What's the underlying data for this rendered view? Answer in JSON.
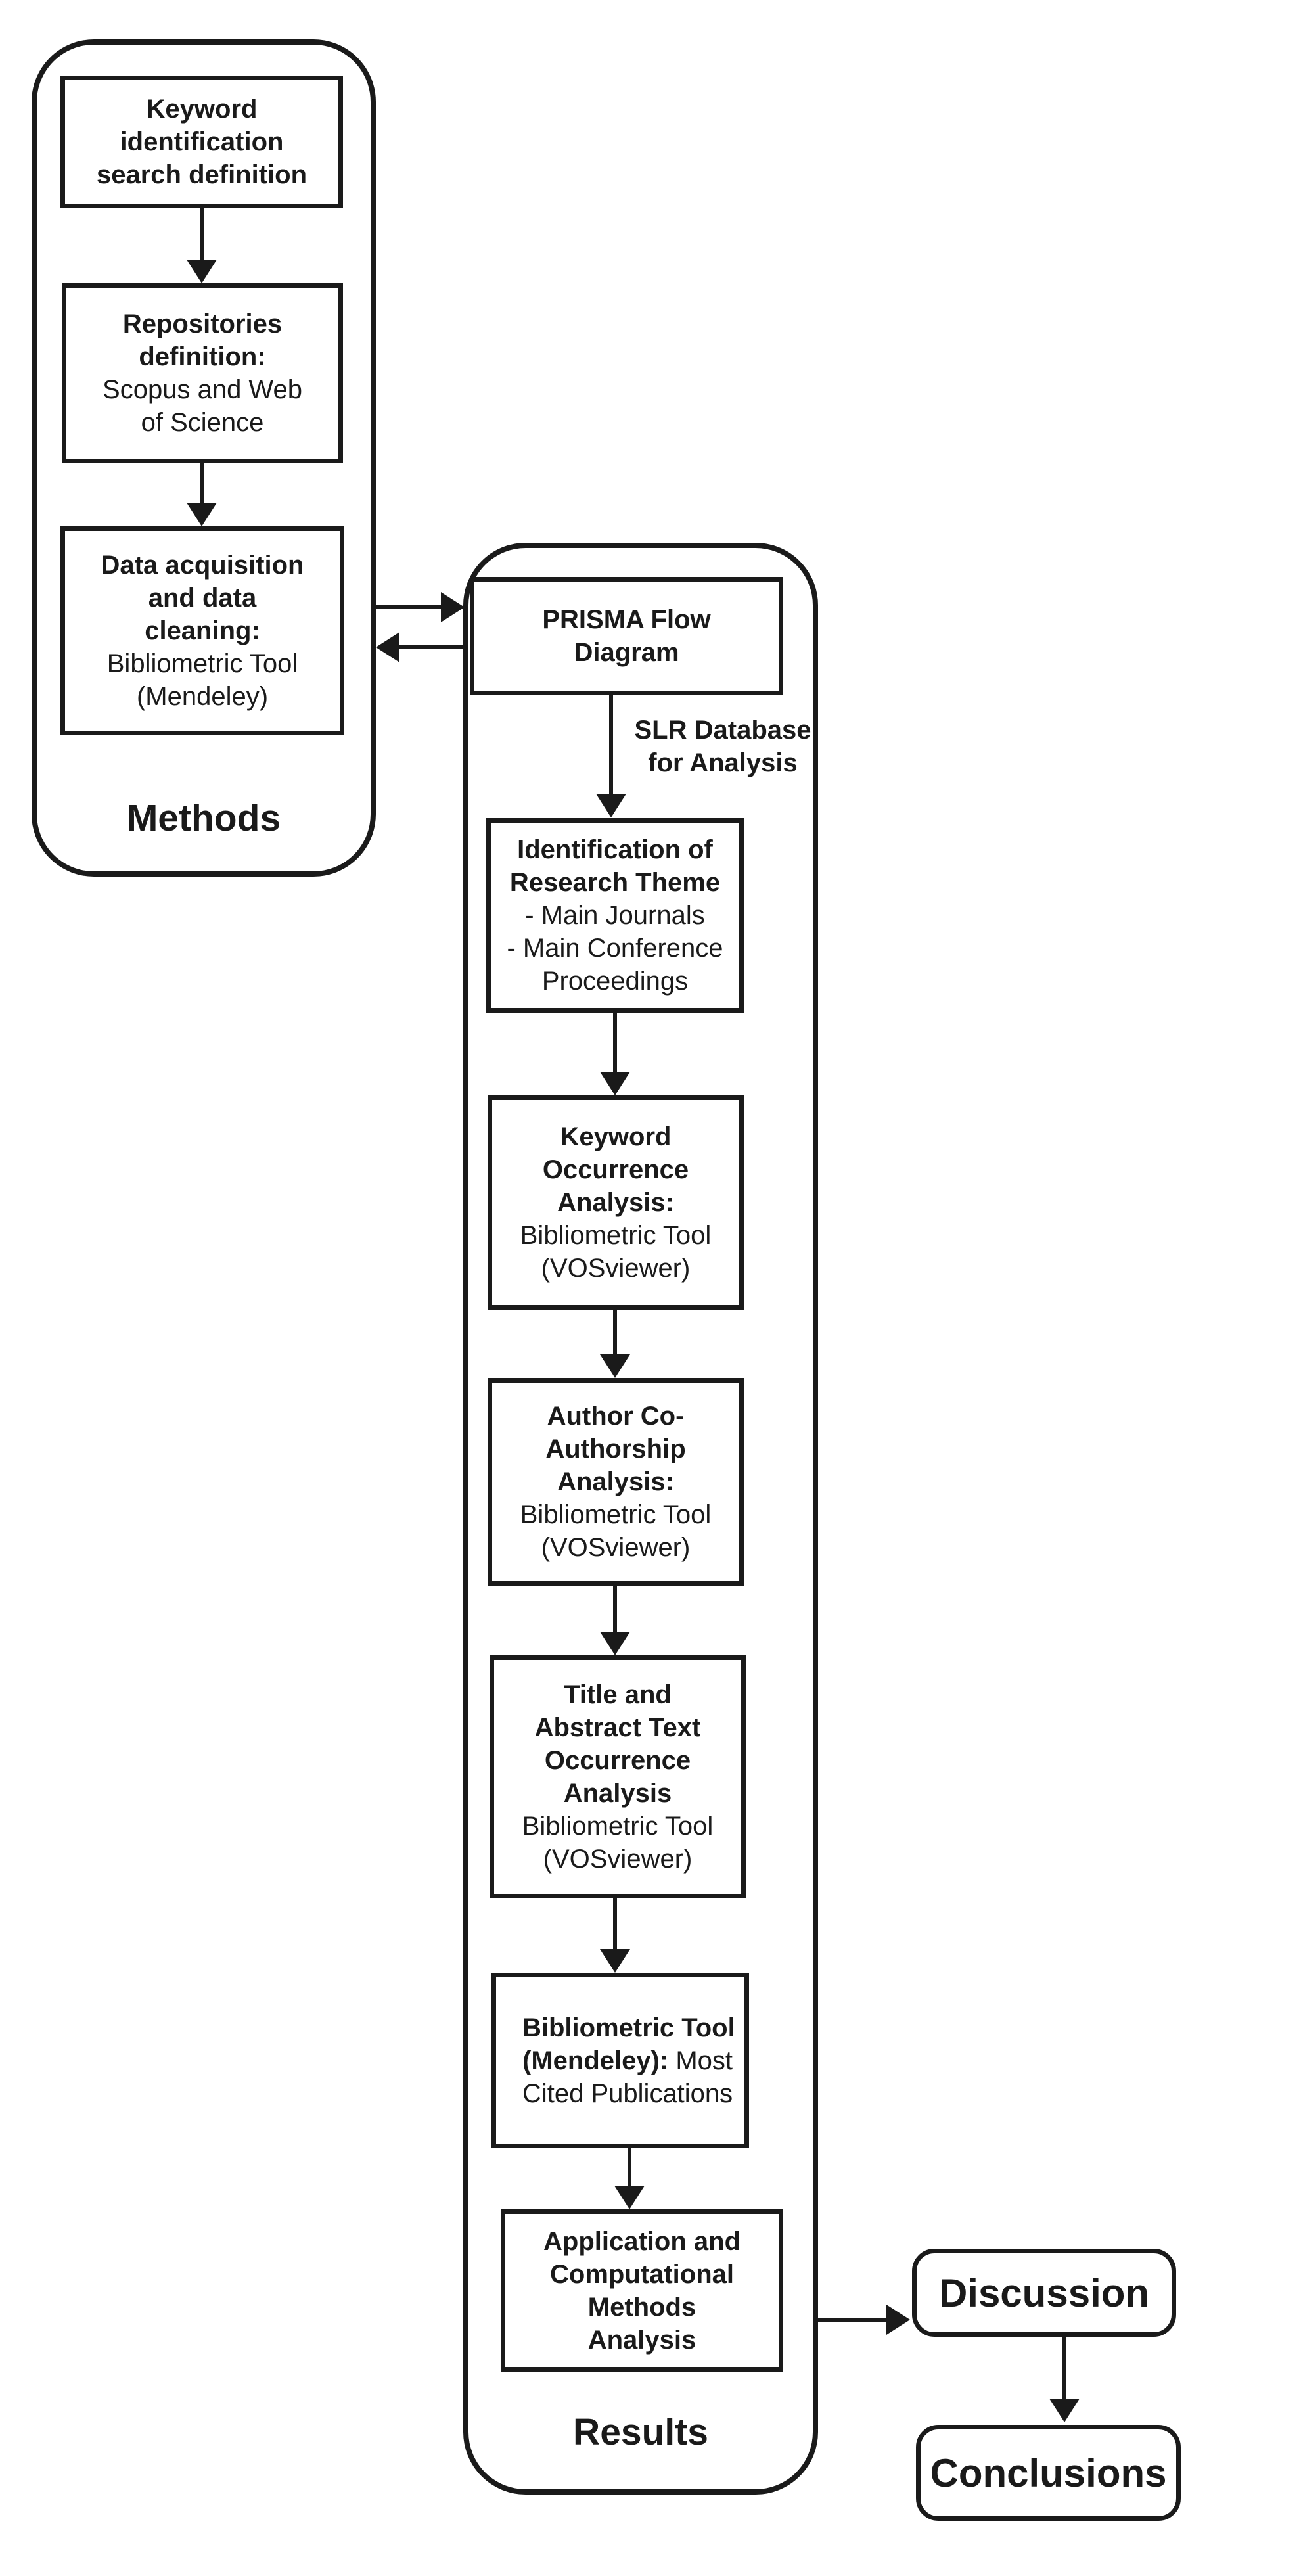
{
  "figure": {
    "type": "flowchart",
    "ink_color": "#1a1a1a",
    "background_color": "#ffffff"
  },
  "methods": {
    "label": "Methods",
    "keyword_box": {
      "l1": "Keyword",
      "l2": "identification",
      "l3": "search definition"
    },
    "repositories_box": {
      "l1": "Repositories",
      "l2": "definition:",
      "l3": "Scopus and Web",
      "l4": "of Science"
    },
    "data_acquisition_box": {
      "l1": "Data acquisition",
      "l2": "and data",
      "l3": "cleaning:",
      "l4": "Bibliometric Tool",
      "l5": "(Mendeley)"
    }
  },
  "results": {
    "label": "Results",
    "prisma_box": {
      "l1": "PRISMA Flow",
      "l2": "Diagram"
    },
    "slr_arrow_label": {
      "l1": "SLR Database",
      "l2": "for Analysis"
    },
    "identification_box": {
      "l1": "Identification of",
      "l2": "Research Theme",
      "l3": "- Main Journals",
      "l4": "- Main Conference",
      "l5": "Proceedings"
    },
    "keyword_occurrence_box": {
      "l1": "Keyword",
      "l2": "Occurrence",
      "l3": "Analysis:",
      "l4": "Bibliometric Tool",
      "l5": "(VOSviewer)"
    },
    "author_coauthorship_box": {
      "l1": "Author Co-",
      "l2": "Authorship",
      "l3": "Analysis:",
      "l4": "Bibliometric Tool",
      "l5": "(VOSviewer)"
    },
    "title_abstract_box": {
      "l1": "Title and",
      "l2": "Abstract Text",
      "l3": "Occurrence",
      "l4": "Analysis",
      "l5": "Bibliometric Tool",
      "l6": "(VOSviewer)"
    },
    "mendeley_box": {
      "l1_bold": "Bibliometric Tool",
      "l2_bold": "(Mendeley):",
      "l2_regular": " Most",
      "l3_regular": "Cited Publications"
    },
    "application_box": {
      "l1": "Application and",
      "l2": "Computational",
      "l3": "Methods",
      "l4": "Analysis"
    }
  },
  "discussion_box": {
    "label": "Discussion"
  },
  "conclusions_box": {
    "label": "Conclusions"
  }
}
